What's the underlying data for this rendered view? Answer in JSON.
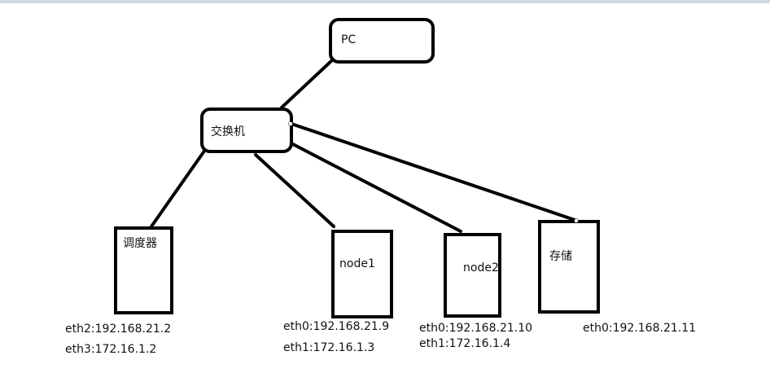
{
  "nodes": {
    "pc": {
      "label": "PC"
    },
    "switch": {
      "label": "交换机"
    },
    "scheduler": {
      "label": "调度器",
      "addresses": [
        "eth2:192.168.21.2",
        "eth3:172.16.1.2"
      ]
    },
    "node1": {
      "label": "node1",
      "addresses": [
        "eth0:192.168.21.9",
        "eth1:172.16.1.3"
      ]
    },
    "node2": {
      "label": "node2",
      "addresses": [
        "eth0:192.168.21.10",
        "eth1:172.16.1.4"
      ]
    },
    "storage": {
      "label": "存储",
      "addresses": [
        "eth0:192.168.21.11"
      ]
    }
  }
}
